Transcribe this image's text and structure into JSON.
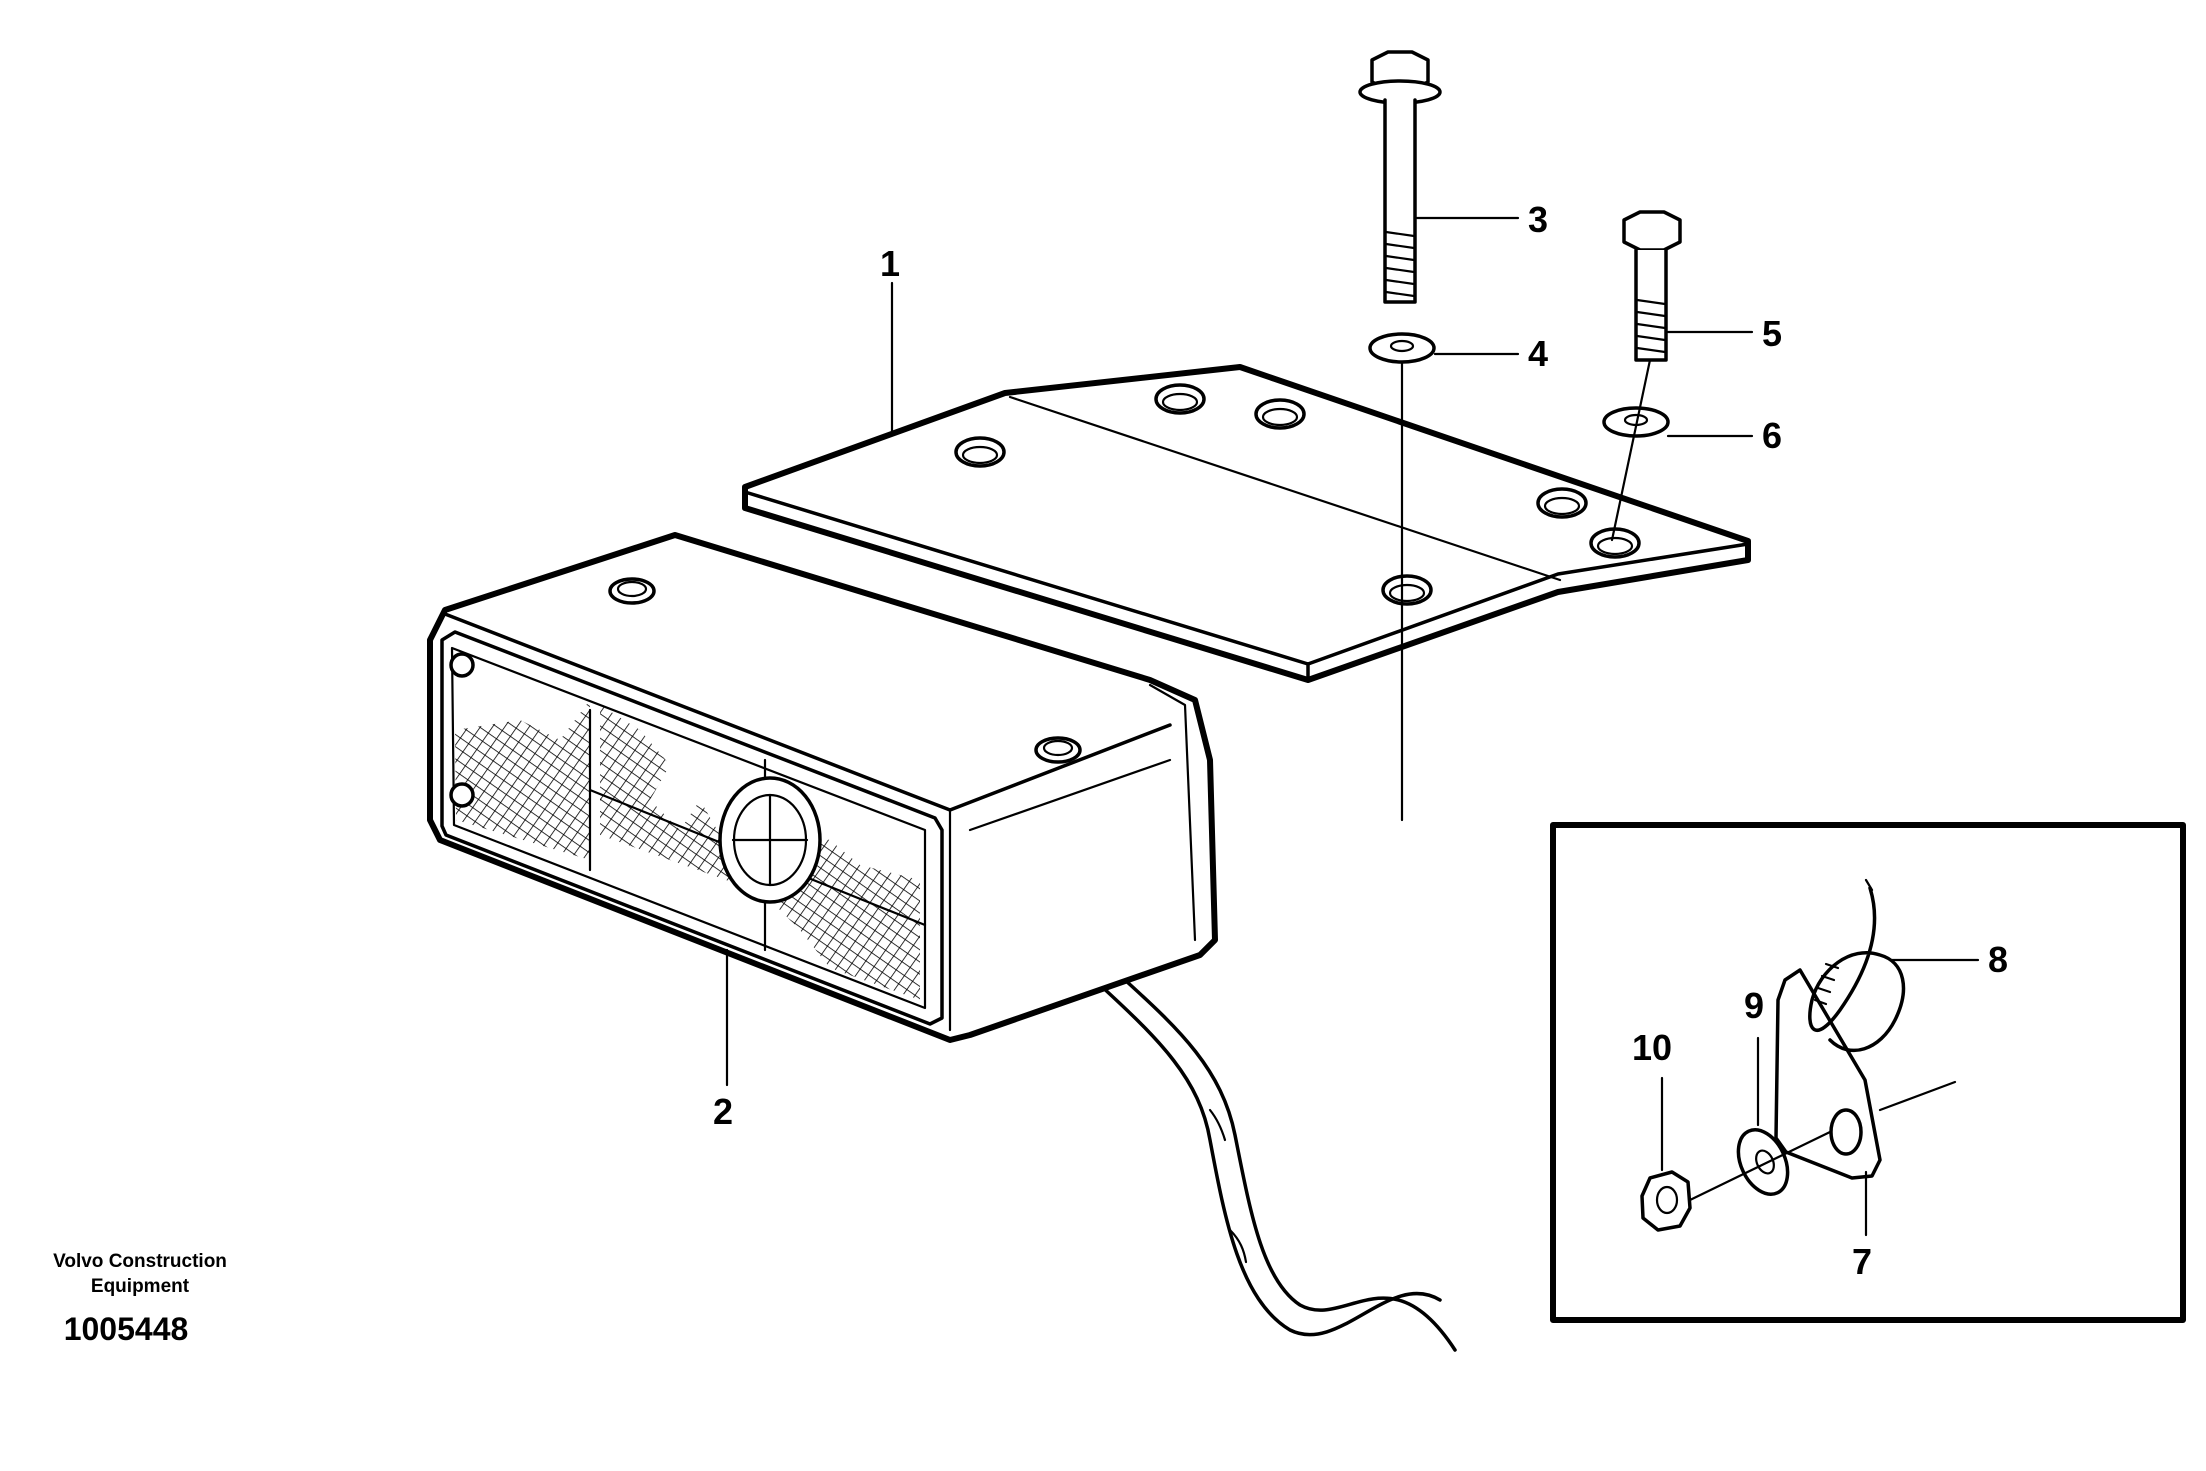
{
  "callouts": {
    "c1": "1",
    "c2": "2",
    "c3": "3",
    "c4": "4",
    "c5": "5",
    "c6": "6",
    "c7": "7",
    "c8": "8",
    "c9": "9",
    "c10": "10"
  },
  "credit": {
    "line1": "Volvo Construction",
    "line2": "Equipment",
    "number": "1005448"
  },
  "colors": {
    "line": "#000000",
    "background": "#ffffff"
  }
}
